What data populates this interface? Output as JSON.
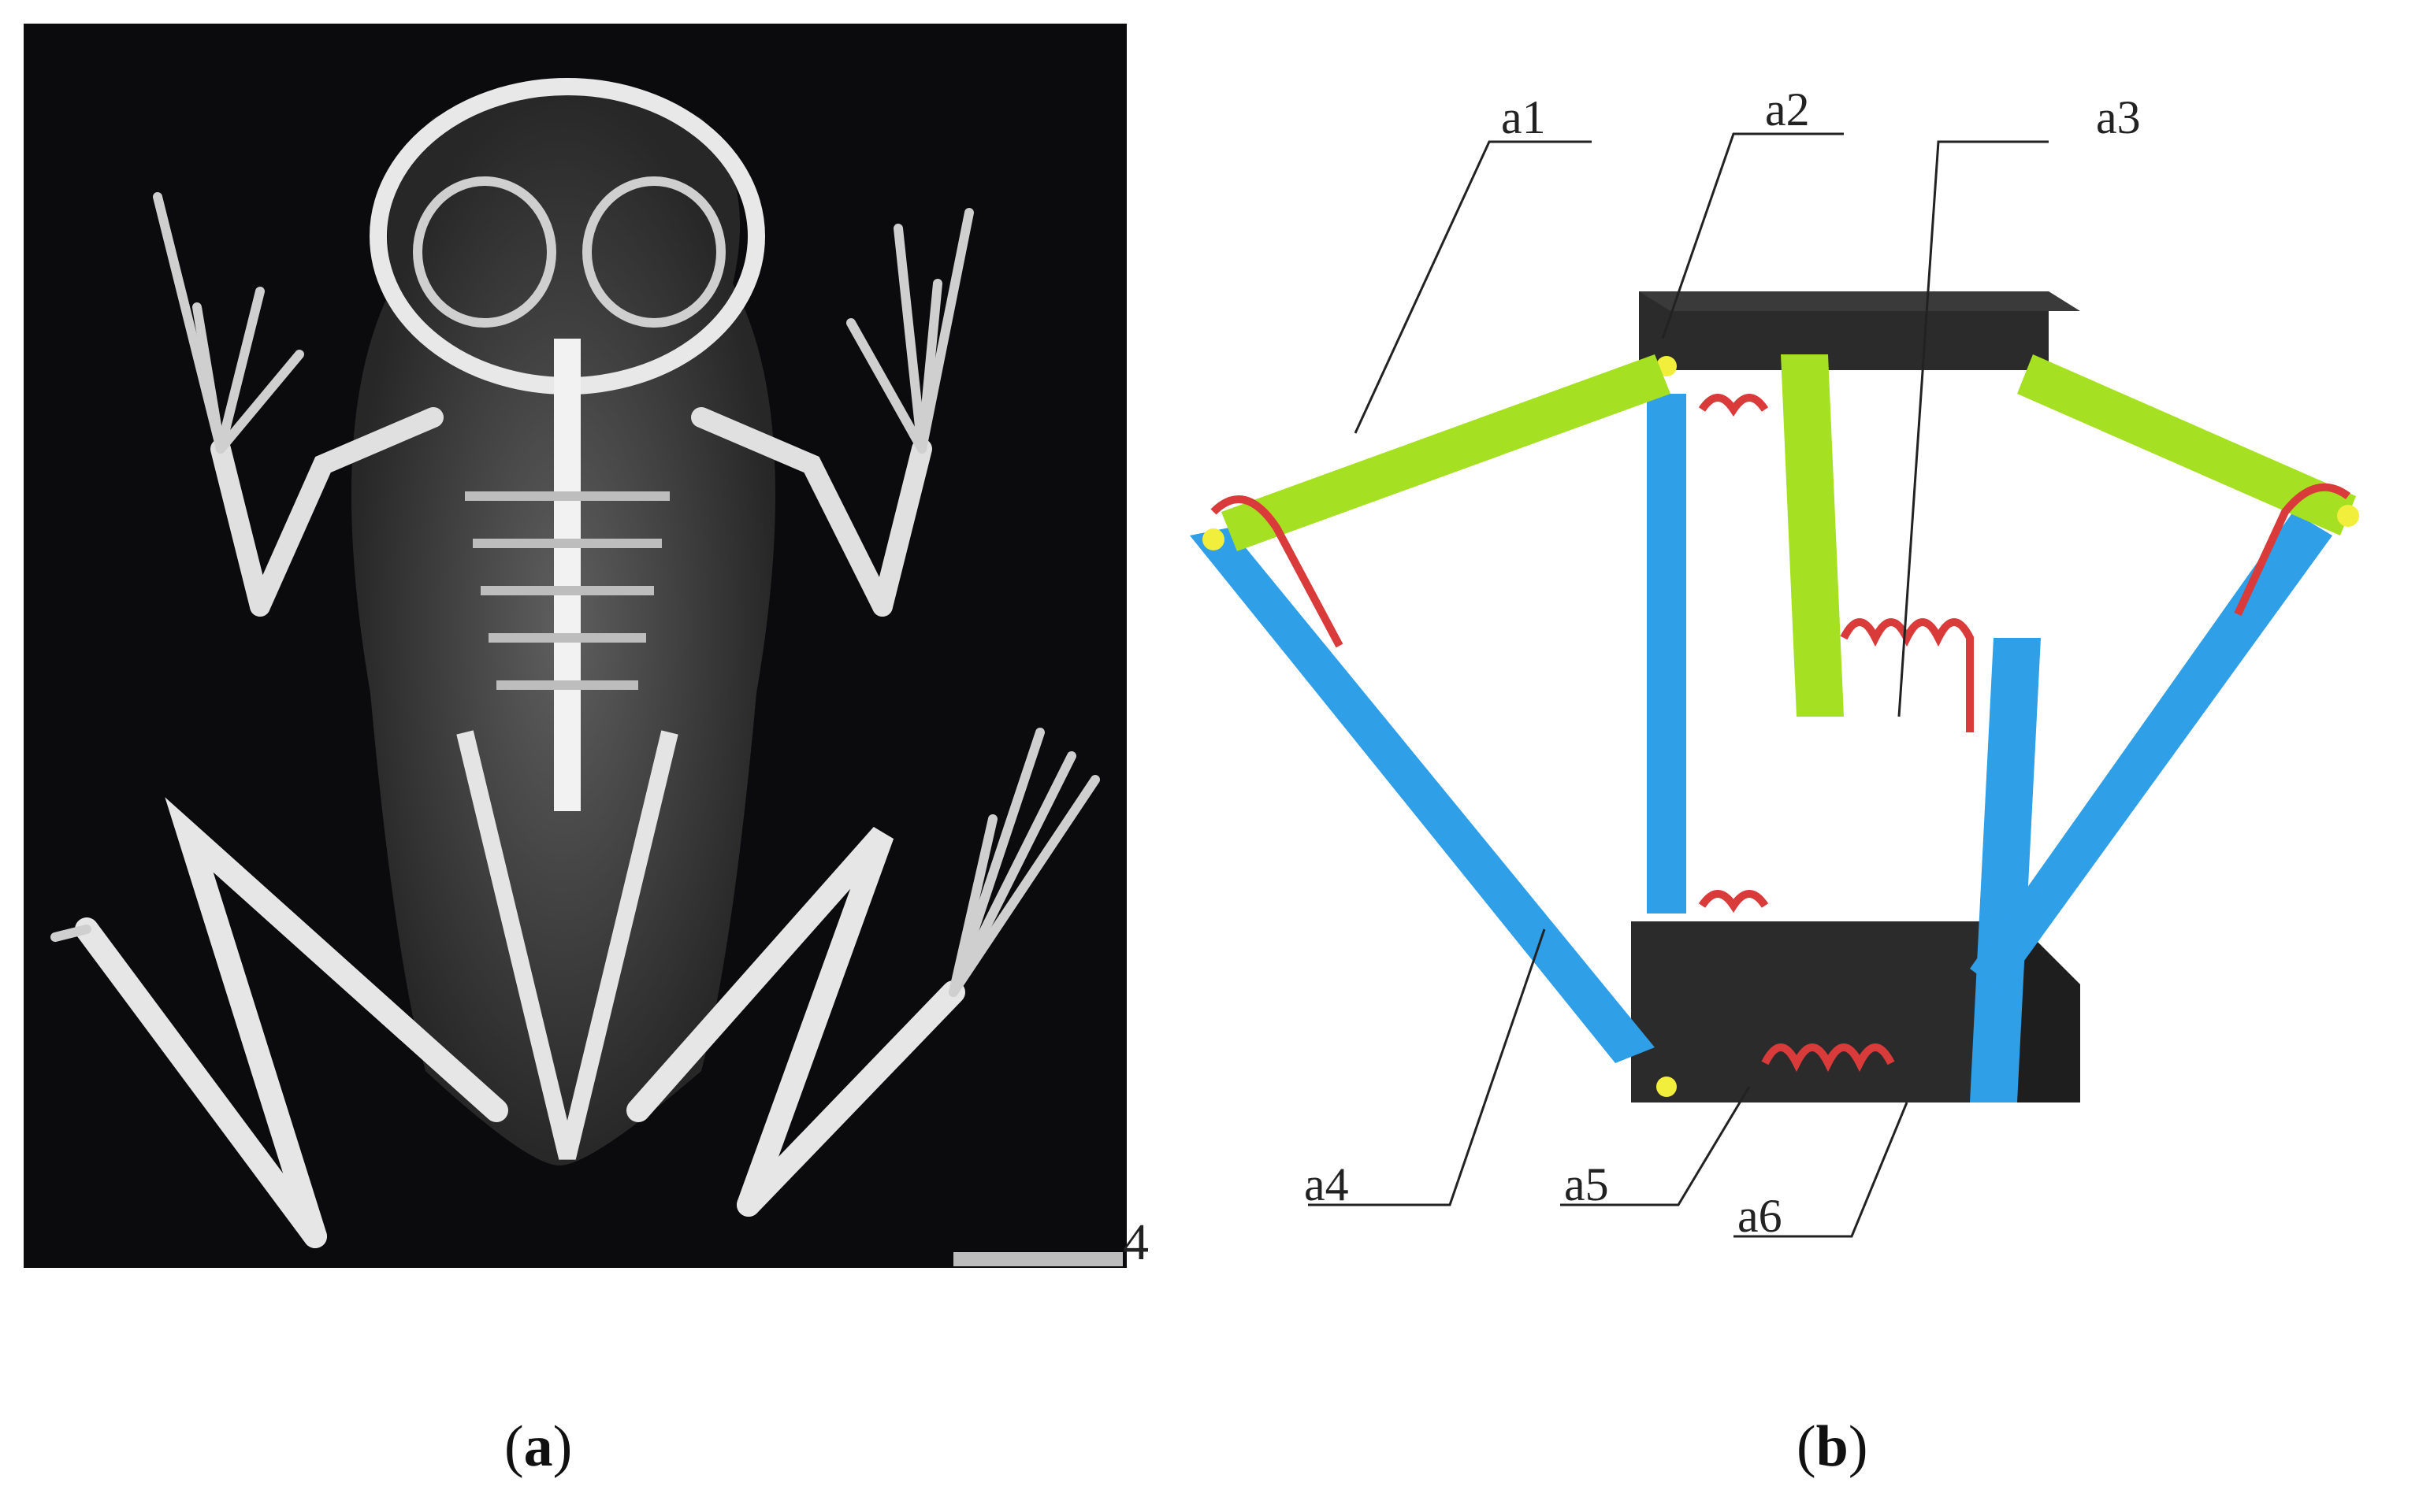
{
  "panel_a": {
    "scale_label": "4",
    "caption": {
      "open": "(",
      "letter": "a",
      "close": ")"
    }
  },
  "panel_b": {
    "labels": [
      "a1",
      "a2",
      "a3",
      "a4",
      "a5",
      "a6"
    ],
    "caption": {
      "open": "(",
      "letter": "b",
      "close": ")"
    },
    "colors": {
      "green_link": "#a6e022",
      "blue_link": "#2f9fe8",
      "spring": "#d93a3a",
      "plate": "#2b2b2b",
      "pin": "#f2ee3c"
    }
  }
}
